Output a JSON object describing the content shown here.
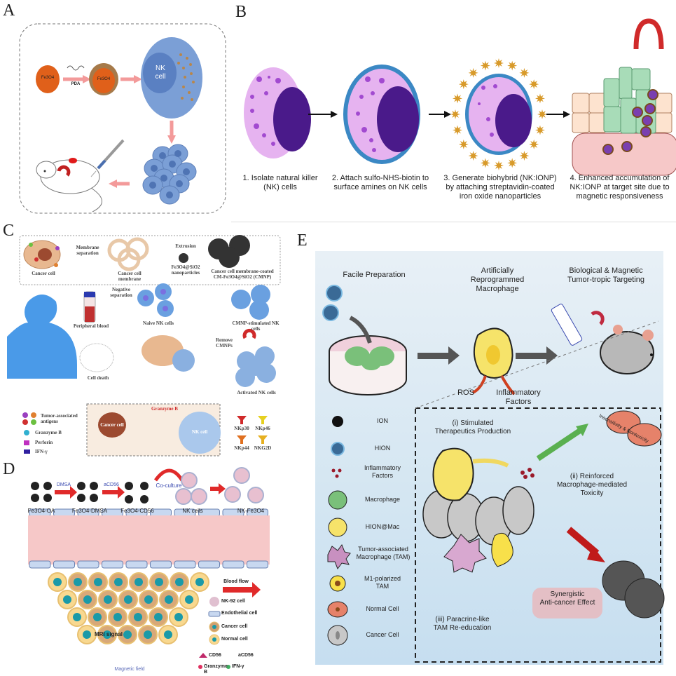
{
  "panels": {
    "A": {
      "letter": "A",
      "particle_label": "Fe3O4",
      "coated_label": "Fe3O4",
      "reagent_label": "PDA",
      "cell_label_line1": "NK",
      "cell_label_line2": "cell"
    },
    "B": {
      "letter": "B",
      "steps": [
        {
          "line1": "1. Isolate natural killer",
          "line2": "(NK) cells",
          "line3": ""
        },
        {
          "line1": "2. Attach sulfo-NHS-biotin to",
          "line2": "surface amines on NK cells",
          "line3": ""
        },
        {
          "line1": "3. Generate biohybrid (NK:IONP)",
          "line2": "by attaching streptavidin-coated",
          "line3": "iron oxide nanoparticles"
        },
        {
          "line1": "4. Enhanced accumulation of",
          "line2": "NK:IONP at target site due to",
          "line3": "magnetic responsiveness"
        }
      ]
    },
    "C": {
      "letter": "C",
      "labels": {
        "cancer_cell": "Cancer cell",
        "membrane_separation": "Membrane separation",
        "cancer_cell_membrane": "Cancer cell membrane",
        "extrusion": "Extrusion",
        "nanoparticles": "Fe3O4@SiO2 nanoparticles",
        "coated": "Cancer cell membrane-coated CM-Fe3O4@SiO2 (CMNP)",
        "peripheral_blood": "Peripheral blood",
        "negative_separation": "Negative separation",
        "naive_nk": "Naive NK cells",
        "cmnp_stimulated": "CMNP-stimulated NK cells",
        "remove_cmnps": "Remove CMNPs",
        "activated_nk": "Activated NK cells",
        "cell_death": "Cell death",
        "cancer_cell_zoom": "Cancer cell",
        "nk_cell_zoom": "NK cell",
        "granzyme_zoom": "Granzyme B"
      },
      "legend_left": [
        "Tumor-associated antigens",
        "Granzyme B",
        "Perforin",
        "IFN-γ"
      ],
      "legend_right": [
        "NKp30",
        "NKp46",
        "NKp44",
        "NKG2D"
      ]
    },
    "D": {
      "letter": "D",
      "stages": [
        "Fe3O4-OA",
        "Fe3O4-DMSA",
        "Fe3O4-CD56",
        "NK cells",
        "NK-Fe3O4"
      ],
      "arrows": [
        "DMSA",
        "aCD56",
        "Co-culture"
      ],
      "blood_flow": "Blood flow",
      "mri_signal": "MRI signal",
      "magnetic_field": "Magnetic field",
      "legend": [
        "NK-92 cell",
        "Endothelial cell",
        "Cancer cell",
        "Normal cell"
      ],
      "legend_bottom": [
        "CD56",
        "aCD56",
        "Granzyme B",
        "IFN-γ"
      ]
    },
    "E": {
      "letter": "E",
      "top": {
        "facile": "Facile Preparation",
        "artificially_line1": "Artificially",
        "artificially_line2": "Reprogrammed Macrophage",
        "targeting_line1": "Biological & Magnetic",
        "targeting_line2": "Tumor-tropic Targeting",
        "ros": "ROS",
        "inflammatory_line1": "Inflammatory",
        "inflammatory_line2": "Factors"
      },
      "legend": [
        {
          "line1": "ION",
          "line2": ""
        },
        {
          "line1": "HION",
          "line2": ""
        },
        {
          "line1": "Inflammatory",
          "line2": "Factors"
        },
        {
          "line1": "Macrophage",
          "line2": ""
        },
        {
          "line1": "HION@Mac",
          "line2": ""
        },
        {
          "line1": "Tumor-associated",
          "line2": "Macrophage (TAM)"
        },
        {
          "line1": "M1-polarized",
          "line2": "TAM"
        },
        {
          "line1": "Normal Cell",
          "line2": ""
        },
        {
          "line1": "Cancer Cell",
          "line2": ""
        }
      ],
      "box": {
        "stimulated_line1": "(i) Stimulated",
        "stimulated_line2": "Therapeutics Production",
        "reinforced_line1": "(ii) Reinforced",
        "reinforced_line2": "Macrophage-mediated",
        "reinforced_line3": "Toxicity",
        "paracrine_line1": "(iii) Paracrine-like",
        "paracrine_line2": "TAM Re-education",
        "synergistic_line1": "Synergistic",
        "synergistic_line2": "Anti-cancer Effect",
        "insensitivity": "Insensitivity & Nontoxicity"
      }
    }
  },
  "colors": {
    "fe_orange": "#e0601a",
    "nk_blue": "#6f93cc",
    "cell_pink": "#e6b3f0",
    "nucleus_purple": "#4a1a8a",
    "star_gold": "#d89a2a",
    "tumor_green": "#a8dcb8",
    "vessel_pink": "#f6c8c8",
    "e_bg": "#d6e8f4",
    "red_arrow": "#e03030",
    "macrophage_yellow": "#f6e36a",
    "normal_orange": "#e6826a",
    "cancer_gray": "#c8c8c8",
    "cancer_dark": "#555555"
  }
}
